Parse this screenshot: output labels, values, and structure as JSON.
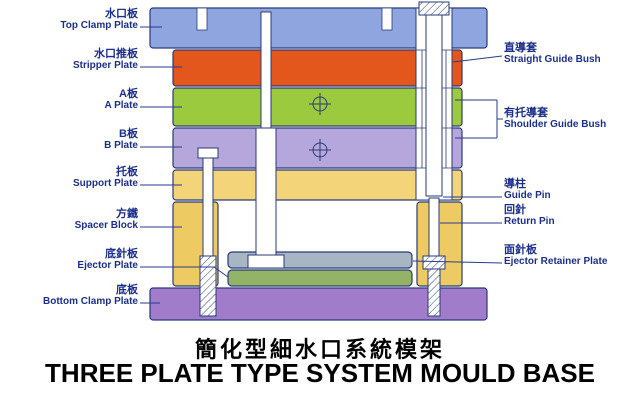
{
  "title": {
    "chinese": "簡化型細水口系統模架",
    "english": "THREE PLATE TYPE SYSTEM MOULD BASE"
  },
  "left_labels": [
    {
      "zh": "水口板",
      "en": "Top Clamp Plate"
    },
    {
      "zh": "水口推板",
      "en": "Stripper Plate"
    },
    {
      "zh": "A板",
      "en": "A Plate"
    },
    {
      "zh": "B板",
      "en": "B Plate"
    },
    {
      "zh": "托板",
      "en": "Support Plate"
    },
    {
      "zh": "方鐵",
      "en": "Spacer Block"
    },
    {
      "zh": "底針板",
      "en": "Ejector Plate"
    },
    {
      "zh": "底板",
      "en": "Bottom Clamp Plate"
    }
  ],
  "right_labels": [
    {
      "zh": "直導套",
      "en": "Straight Guide Bush"
    },
    {
      "zh": "有托導套",
      "en": "Shoulder Guide Bush"
    },
    {
      "zh": "導柱",
      "en": "Guide Pin"
    },
    {
      "zh": "回針",
      "en": "Return Pin"
    },
    {
      "zh": "面針板",
      "en": "Ejector Retainer Plate"
    }
  ],
  "colors": {
    "label_text": "#1b2f8a",
    "outline": "#2a3a7a",
    "top_clamp_plate": "#8fa5e0",
    "stripper_plate": "#e4571c",
    "a_plate": "#9cca3e",
    "b_plate": "#b5a7dc",
    "support_plate": "#f3d478",
    "spacer_block": "#eecb62",
    "ejector_retainer_plate": "#a7b6c2",
    "ejector_plate": "#93b366",
    "bottom_clamp_plate": "#a17ccb"
  }
}
